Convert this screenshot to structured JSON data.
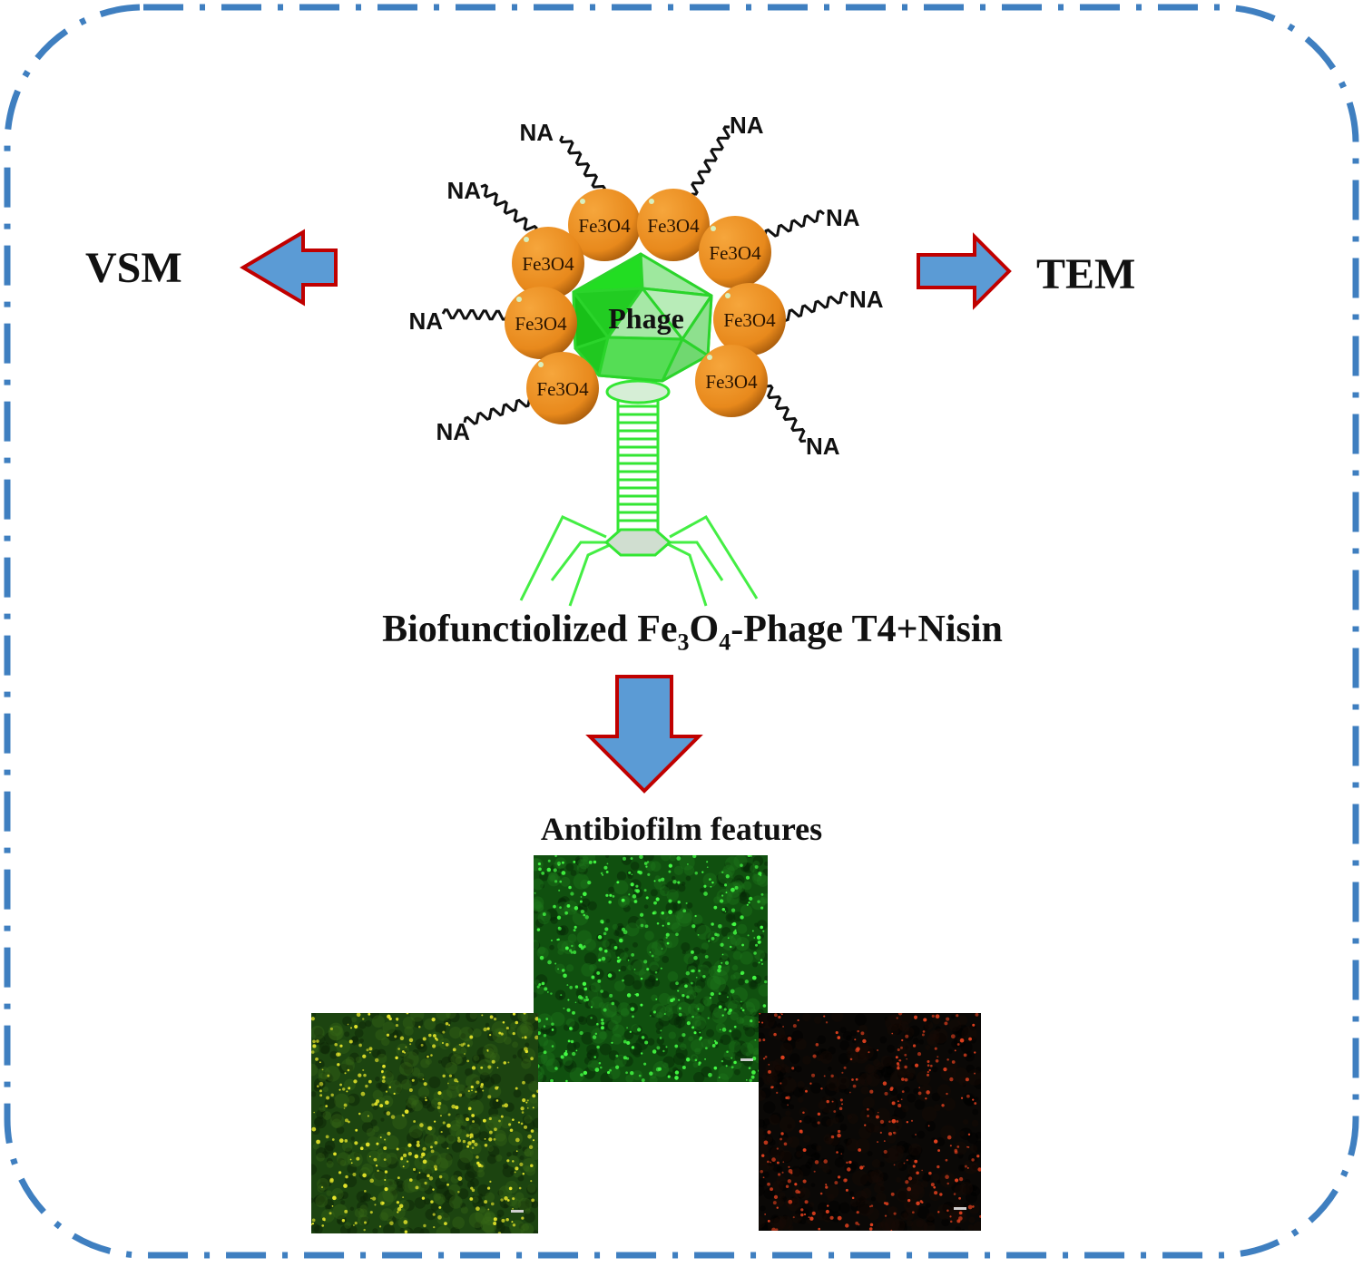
{
  "labels": {
    "left": "VSM",
    "right": "TEM",
    "phage": "Phage",
    "nano": "Fe3O4",
    "na": "NA",
    "title_pre": "Biofunctiolized Fe",
    "title_sub3": "3",
    "title_mid": "O",
    "title_sub4": "4",
    "title_post": "-Phage T4+Nisin",
    "features": "Antibiofilm features"
  },
  "colors": {
    "border": "#3f7fc0",
    "arrow_fill": "#5b9bd5",
    "arrow_stroke": "#c00000",
    "nano_fill": "#e8891c",
    "phage_green": "#33ff33",
    "stain_green": "#3fe63f",
    "stain_yellow": "#d4d41c",
    "stain_red": "#d23a1c"
  },
  "icons": [
    "arrow-left-icon",
    "arrow-right-icon",
    "arrow-down-icon",
    "phage-icon",
    "nanoparticle-icon"
  ]
}
